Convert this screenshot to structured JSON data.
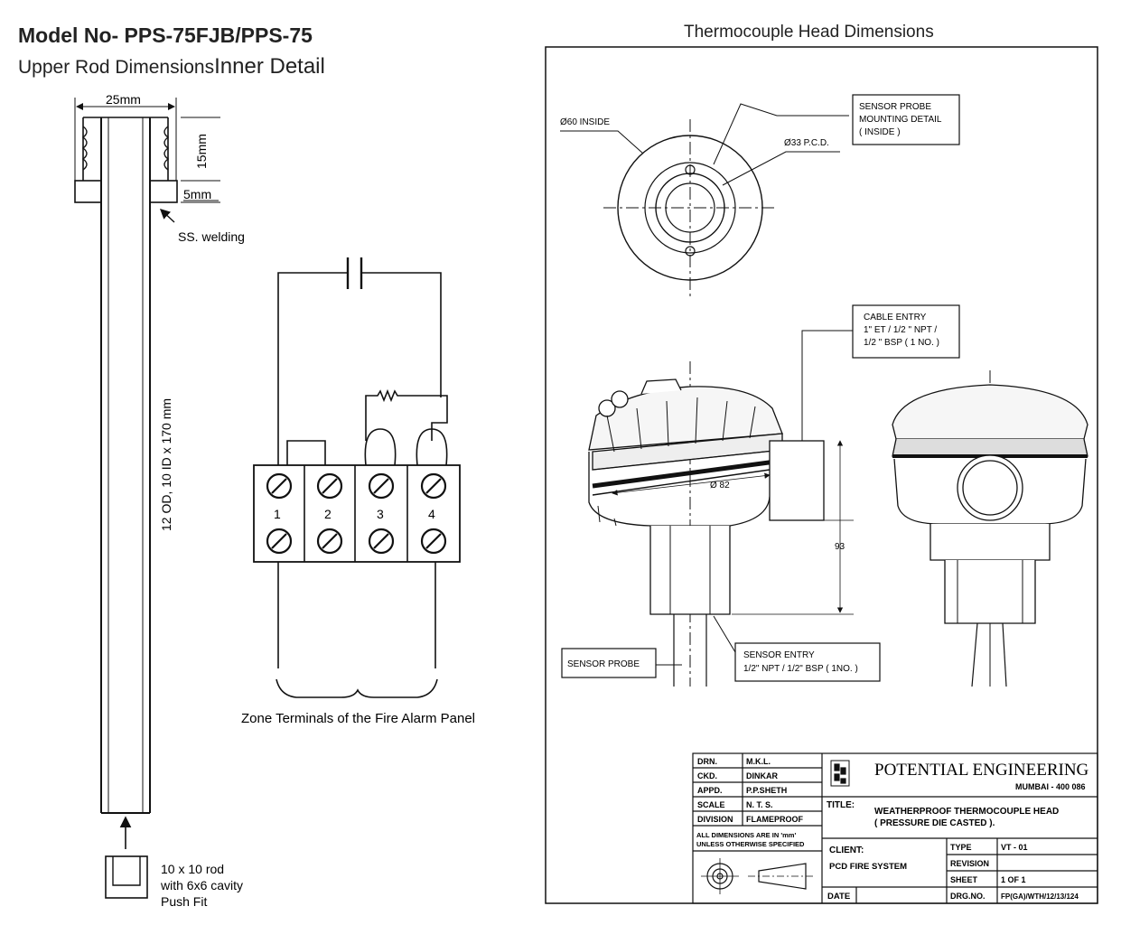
{
  "header": {
    "model_title": "Model No- PPS-75FJB/PPS-75",
    "upper_rod_label": "Upper Rod Dimensions",
    "inner_detail_label": "Inner Detail",
    "head_title": "Thermocouple Head Dimensions"
  },
  "rod": {
    "width_label": "25mm",
    "height_label": "15mm",
    "thickness_label": "5mm",
    "welding_label": "SS. welding",
    "length_label": "12 OD, 10 ID x 170 mm",
    "rod_note": [
      "10 x 10 rod",
      "with 6x6 cavity",
      "Push Fit"
    ]
  },
  "circuit": {
    "terminals": [
      "1",
      "2",
      "3",
      "4"
    ],
    "caption": "Zone Terminals of the Fire Alarm Panel"
  },
  "drawing": {
    "dia60": "Ø60 INSIDE",
    "pcd": "Ø33 P.C.D.",
    "mount_detail": [
      "SENSOR PROBE",
      "MOUNTING DETAIL",
      "( INSIDE )"
    ],
    "cable_entry": [
      "CABLE ENTRY",
      "1\" ET / 1/2 \" NPT /",
      "1/2 \" BSP ( 1 NO. )"
    ],
    "dia82": "Ø 82",
    "height93": "93",
    "sensor_probe": "SENSOR PROBE",
    "sensor_entry": [
      "SENSOR ENTRY",
      "1/2\" NPT / 1/2\" BSP ( 1NO. )"
    ]
  },
  "title_block": {
    "left_rows": [
      [
        "DRN.",
        "M.K.L."
      ],
      [
        "CKD.",
        "DINKAR"
      ],
      [
        "APPD.",
        "P.P.SHETH"
      ],
      [
        "SCALE",
        "N. T. S."
      ],
      [
        "DIVISION",
        "FLAMEPROOF"
      ]
    ],
    "note": [
      "ALL DIMENSIONS ARE IN 'mm'",
      "UNLESS OTHERWISE SPECIFIED"
    ],
    "company": "POTENTIAL ENGINEERING",
    "city": "MUMBAI - 400 086",
    "title_label": "TITLE:",
    "title_text": [
      "WEATHERPROOF THERMOCOUPLE HEAD",
      "( PRESSURE DIE CASTED )."
    ],
    "client_label": "CLIENT:",
    "client_value": "PCD FIRE SYSTEM",
    "date_label": "DATE",
    "right_rows": [
      [
        "TYPE",
        "VT - 01"
      ],
      [
        "REVISION",
        ""
      ],
      [
        "SHEET",
        "1 OF 1"
      ],
      [
        "DRG.NO.",
        "FP(GA)/WTH/12/13/124"
      ]
    ]
  }
}
